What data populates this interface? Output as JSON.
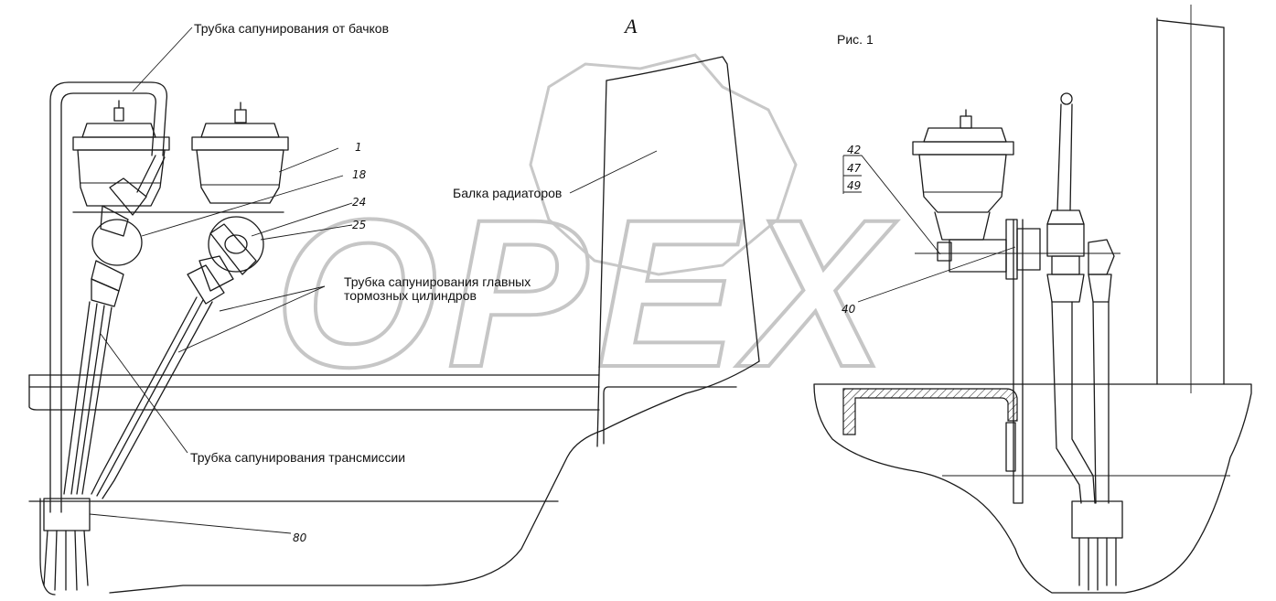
{
  "watermark": {
    "text": "OPEX"
  },
  "view_label": "A",
  "figure_label": "Рис. 1",
  "labels": {
    "tank_breather": "Трубка сапунирования от бачков",
    "radiator_beam": "Балка радиаторов",
    "brake_breather_line1": "Трубка сапунирования главных",
    "brake_breather_line2": "тормозных цилиндров",
    "transmission_breather": "Трубка сапунирования трансмиссии"
  },
  "callouts": {
    "c1": "1",
    "c18": "18",
    "c24": "24",
    "c25": "25",
    "c42": "42",
    "c47": "47",
    "c49": "49",
    "c40": "40",
    "c80": "80"
  }
}
